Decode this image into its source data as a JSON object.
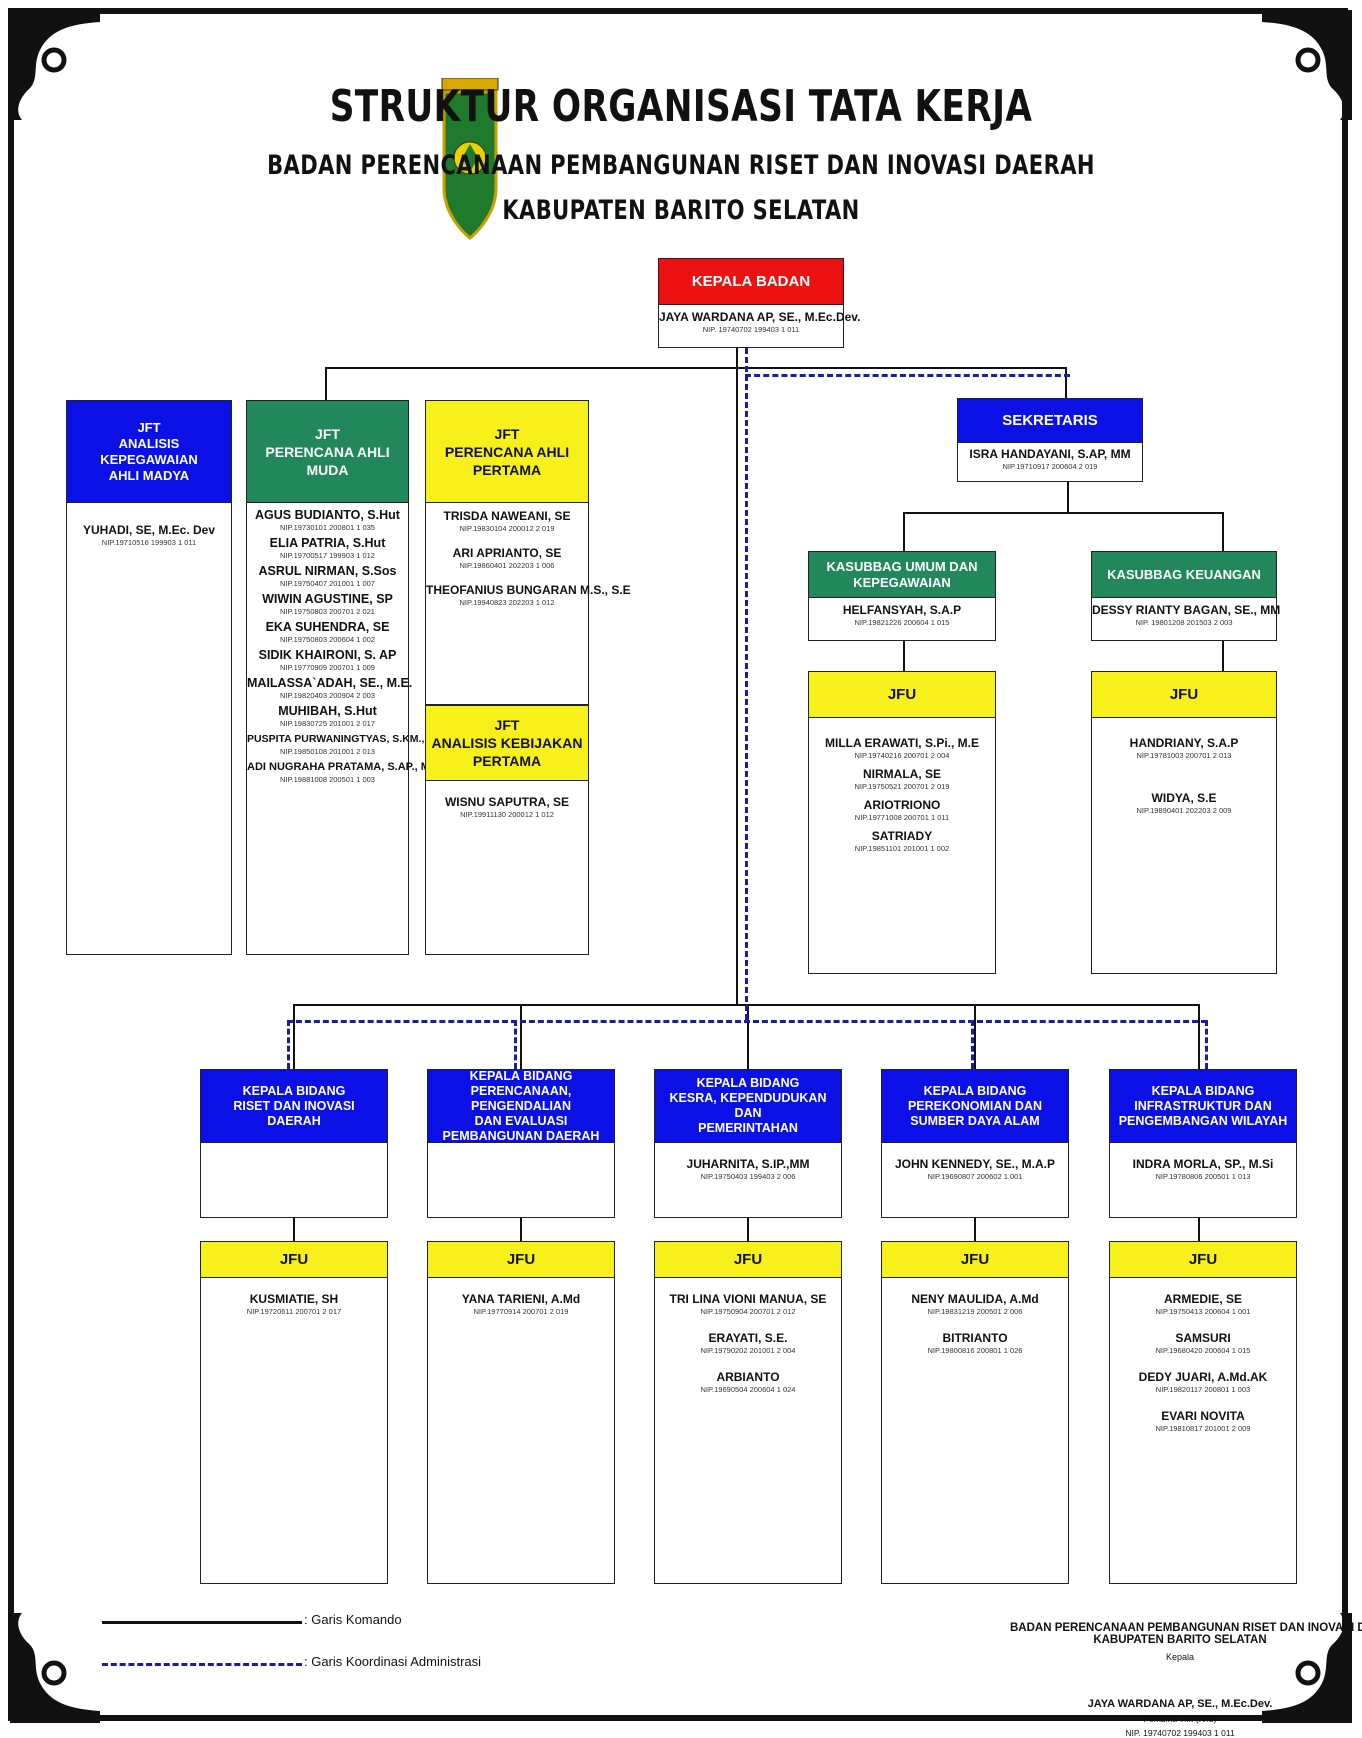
{
  "header": {
    "title": "STRUKTUR ORGANISASI TATA KERJA",
    "subtitle": "BADAN PERENCANAAN PEMBANGUNAN RISET DAN INOVASI DAERAH",
    "region": "KABUPATEN BARITO SELATAN"
  },
  "head": {
    "title": "KEPALA BADAN",
    "name": "JAYA WARDANA AP, SE., M.Ec.Dev.",
    "nip": "NIP. 19740702 199403 1 011"
  },
  "jft_kepegawaian": {
    "title_1": "JFT",
    "title_2": "ANALISIS KEPEGAWAIAN",
    "title_3": "AHLI MADYA",
    "name": "YUHADI, SE, M.Ec. Dev",
    "nip": "NIP.19710516 199903 1 011"
  },
  "jft_muda": {
    "title_1": "JFT",
    "title_2": "PERENCANA AHLI MUDA",
    "members": [
      {
        "name": "AGUS BUDIANTO, S.Hut",
        "nip": "NIP.19730101 200801 1 035"
      },
      {
        "name": "ELIA PATRIA, S.Hut",
        "nip": "NIP.19700517 199903 1 012"
      },
      {
        "name": "ASRUL NIRMAN, S.Sos",
        "nip": "NIP.19750407 201001 1 007"
      },
      {
        "name": "WIWIN AGUSTINE, SP",
        "nip": "NIP.19750803 200701 2 021"
      },
      {
        "name": "EKA SUHENDRA, SE",
        "nip": "NIP.19750803 200604 1 002"
      },
      {
        "name": "SIDIK KHAIRONI, S. AP",
        "nip": "NIP.19770909 200701 1 009"
      },
      {
        "name": "MAILASSA`ADAH, SE., M.E.",
        "nip": "NIP.19820403 200904 2 003"
      },
      {
        "name": "MUHIBAH, S.Hut",
        "nip": "NIP.19830725 201001 2 017"
      },
      {
        "name": "PUSPITA PURWANINGTYAS, S.KM., M.KM",
        "nip": "NIP.19850108 201001 2 013"
      },
      {
        "name": "ADI NUGRAHA PRATAMA, S.AP., M.A.P",
        "nip": "NIP.19881008 200501 1 003"
      }
    ]
  },
  "jft_pertama": {
    "title_1": "JFT",
    "title_2": "PERENCANA AHLI PERTAMA",
    "members": [
      {
        "name": "TRISDA NAWEANI, SE",
        "nip": "NIP.19830104 200012 2 019"
      },
      {
        "name": "ARI APRIANTO, SE",
        "nip": "NIP.19860401 202203 1 006"
      },
      {
        "name": "THEOFANIUS BUNGARAN M.S., S.E",
        "nip": "NIP.19940823 202203 1 012"
      }
    ]
  },
  "jft_kebijakan": {
    "title_1": "JFT",
    "title_2": "ANALISIS KEBIJAKAN PERTAMA",
    "name": "WISNU SAPUTRA, SE",
    "nip": "NIP.19911130 200012 1 012"
  },
  "sekretaris": {
    "title": "SEKRETARIS",
    "name": "ISRA HANDAYANI, S.AP, MM",
    "nip": "NIP.19710917 200604 2 019"
  },
  "kasubbag_umum": {
    "title": "KASUBBAG UMUM DAN KEPEGAWAIAN",
    "name": "HELFANSYAH, S.A.P",
    "nip": "NIP.19821226 200604 1 015",
    "jfu_title": "JFU",
    "members": [
      {
        "name": "MILLA ERAWATI, S.Pi., M.E",
        "nip": "NIP.19740216 200701 2 004"
      },
      {
        "name": "NIRMALA, SE",
        "nip": "NIP.19750521 200701 2 019"
      },
      {
        "name": "ARIOTRIONO",
        "nip": "NIP.19771008 200701 1 011"
      },
      {
        "name": "SATRIADY",
        "nip": "NIP.19851101 201001 1 002"
      }
    ]
  },
  "kasubbag_keuangan": {
    "title": "KASUBBAG KEUANGAN",
    "name": "DESSY RIANTY BAGAN, SE., MM",
    "nip": "NIP. 19801208 201503 2 003",
    "jfu_title": "JFU",
    "members": [
      {
        "name": "HANDRIANY, S.A.P",
        "nip": "NIP.19781003 200701 2 013"
      },
      {
        "name": "WIDYA, S.E",
        "nip": "NIP.19890401 202203 2 009"
      }
    ]
  },
  "bidang": [
    {
      "title_1": "KEPALA BIDANG",
      "title_2": "RISET DAN INOVASI DAERAH",
      "title_3": "",
      "name": "",
      "nip": "",
      "jfu_title": "JFU",
      "members": [
        {
          "name": "KUSMIATIE, SH",
          "nip": "NIP.19720611 200701 2 017"
        }
      ]
    },
    {
      "title_1": "KEPALA BIDANG",
      "title_2": "PERENCANAAN, PENGENDALIAN",
      "title_3": "DAN EVALUASI PEMBANGUNAN DAERAH",
      "name": "",
      "nip": "",
      "jfu_title": "JFU",
      "members": [
        {
          "name": "YANA TARIENI, A.Md",
          "nip": "NIP.19770914 200701 2 019"
        }
      ]
    },
    {
      "title_1": "KEPALA BIDANG",
      "title_2": "KESRA, KEPENDUDUKAN DAN",
      "title_3": "PEMERINTAHAN",
      "name": "JUHARNITA, S.IP.,MM",
      "nip": "NIP.19750403 199403 2 006",
      "jfu_title": "JFU",
      "members": [
        {
          "name": "TRI LINA VIONI MANUA, SE",
          "nip": "NIP.19750904 200701 2 012"
        },
        {
          "name": "ERAYATI, S.E.",
          "nip": "NIP.19790202 201001 2 004"
        },
        {
          "name": "ARBIANTO",
          "nip": "NIP.19690504 200604 1 024"
        }
      ]
    },
    {
      "title_1": "KEPALA BIDANG",
      "title_2": "PEREKONOMIAN DAN",
      "title_3": "SUMBER DAYA ALAM",
      "name": "JOHN KENNEDY, SE., M.A.P",
      "nip": "NIP.19690807 200602 1 001",
      "jfu_title": "JFU",
      "members": [
        {
          "name": "NENY MAULIDA, A.Md",
          "nip": "NIP.19831219 200501 2 006"
        },
        {
          "name": "BITRIANTO",
          "nip": "NIP.19800816 200801 1 026"
        }
      ]
    },
    {
      "title_1": "KEPALA BIDANG",
      "title_2": "INFRASTRUKTUR DAN",
      "title_3": "PENGEMBANGAN WILAYAH",
      "name": "INDRA MORLA, SP., M.Si",
      "nip": "NIP.19780806 200501 1 013",
      "jfu_title": "JFU",
      "members": [
        {
          "name": "ARMEDIE, SE",
          "nip": "NIP.19750413 200604 1 001"
        },
        {
          "name": "SAMSURI",
          "nip": "NIP.19680420 200604 1 015"
        },
        {
          "name": "DEDY JUARI, A.Md.AK",
          "nip": "NIP.19820117 200801 1 003"
        },
        {
          "name": "EVARI NOVITA",
          "nip": "NIP.19810817 201001 2 009"
        }
      ]
    }
  ],
  "legend": {
    "solid_label": ": Garis Komando",
    "dashed_label": ": Garis Koordinasi Administrasi"
  },
  "signature": {
    "org_1": "BADAN PERENCANAAN PEMBANGUNAN RISET DAN INOVASI DAERAH",
    "org_2": "KABUPATEN BARITO SELATAN",
    "role": "Kepala",
    "name": "JAYA WARDANA AP, SE., M.Ec.Dev.",
    "rank": "Pembina Tk.I (IV/b)",
    "nip": "NIP. 19740702 199403 1 011"
  },
  "colors": {
    "blue": "#0a10e6",
    "green": "#22875a",
    "yellow": "#f7f01a",
    "red": "#ee1111",
    "dash": "#1a1ab0"
  }
}
